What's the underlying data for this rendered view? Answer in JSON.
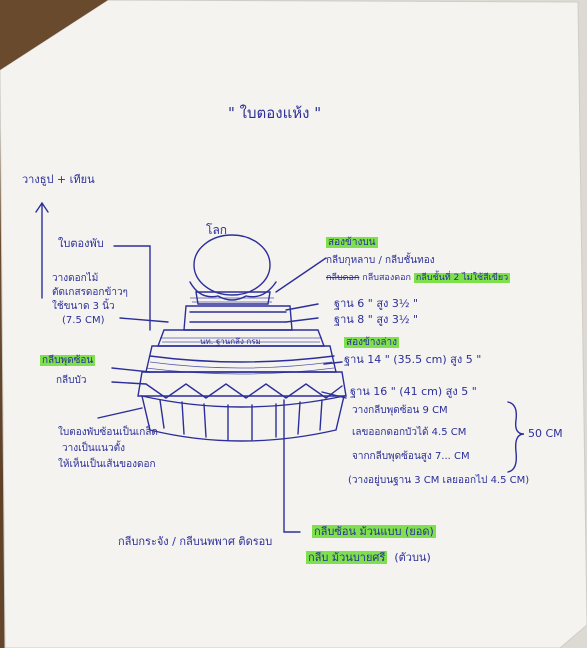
{
  "title": "\" ใบตองแห้ง \"",
  "notes": {
    "candle": "วางธูป + เทียน",
    "top_ball": "โลก",
    "banana_leaf": "ใบตองพับ",
    "arrange_line1": "วางดอกไม้",
    "arrange_line2": "ตัดเกสรดอกข้าวๆ",
    "arrange_line3": "ใช้ขนาด 3 นิ้ว",
    "arrange_line4": "(7.5 CM)",
    "flower_green": "กลีบพุดซ้อน",
    "flower_petal": "กลีบบัว",
    "leaf_note1": "ใบตองพับซ้อนเป็นเกล็ด",
    "leaf_note2": "วางเป็นแนวตั้ง",
    "leaf_note3": "ให้เห็นเป็นเส้นของดอก",
    "bottom_left": "กลีบกระจัง / กลีบนพพาศ ติดรอบ",
    "mid_label": "นท. ฐานกลึง กรม",
    "top_right_green": "สองข้างบน",
    "top_right1": "กลีบกุหลาบ / กลีบชั้นทอง",
    "top_right2a": "กลีบดอก",
    "top_right2b": "กลีบสองดอก",
    "top_right2c": "กลีบชั้นที่ 2 ไม่ใช้สีเขียว",
    "base1": "ฐาน   6 \"  สูง  3½ \"",
    "base2": "ฐาน   8 \"  สูง  3½ \"",
    "green_mid": "สองข้างล่าง",
    "base3": "ฐาน  14 \" (35.5 cm)  สูง  5 \"",
    "base4": "ฐาน   16 \" (41 cm)  สูง 5 \"",
    "spec1": "วางกลีบพุดซ้อน 9 CM",
    "spec2": "เลขออกดอกบัวได้  4.5  CM",
    "spec3": "จากกลีบพุดซ้อนสูง  7... CM",
    "spec4": "(วางอยู่บนฐาน 3 CM  เลยออกไป 4.5 CM)",
    "total": "50 CM",
    "bottom_green1": "กลีบซ้อน ม้วนแบบ (ยอด)",
    "bottom_green2": "กลีบ ม้วนบายศรี",
    "bottom_green2_note": "(ตัวบน)"
  }
}
